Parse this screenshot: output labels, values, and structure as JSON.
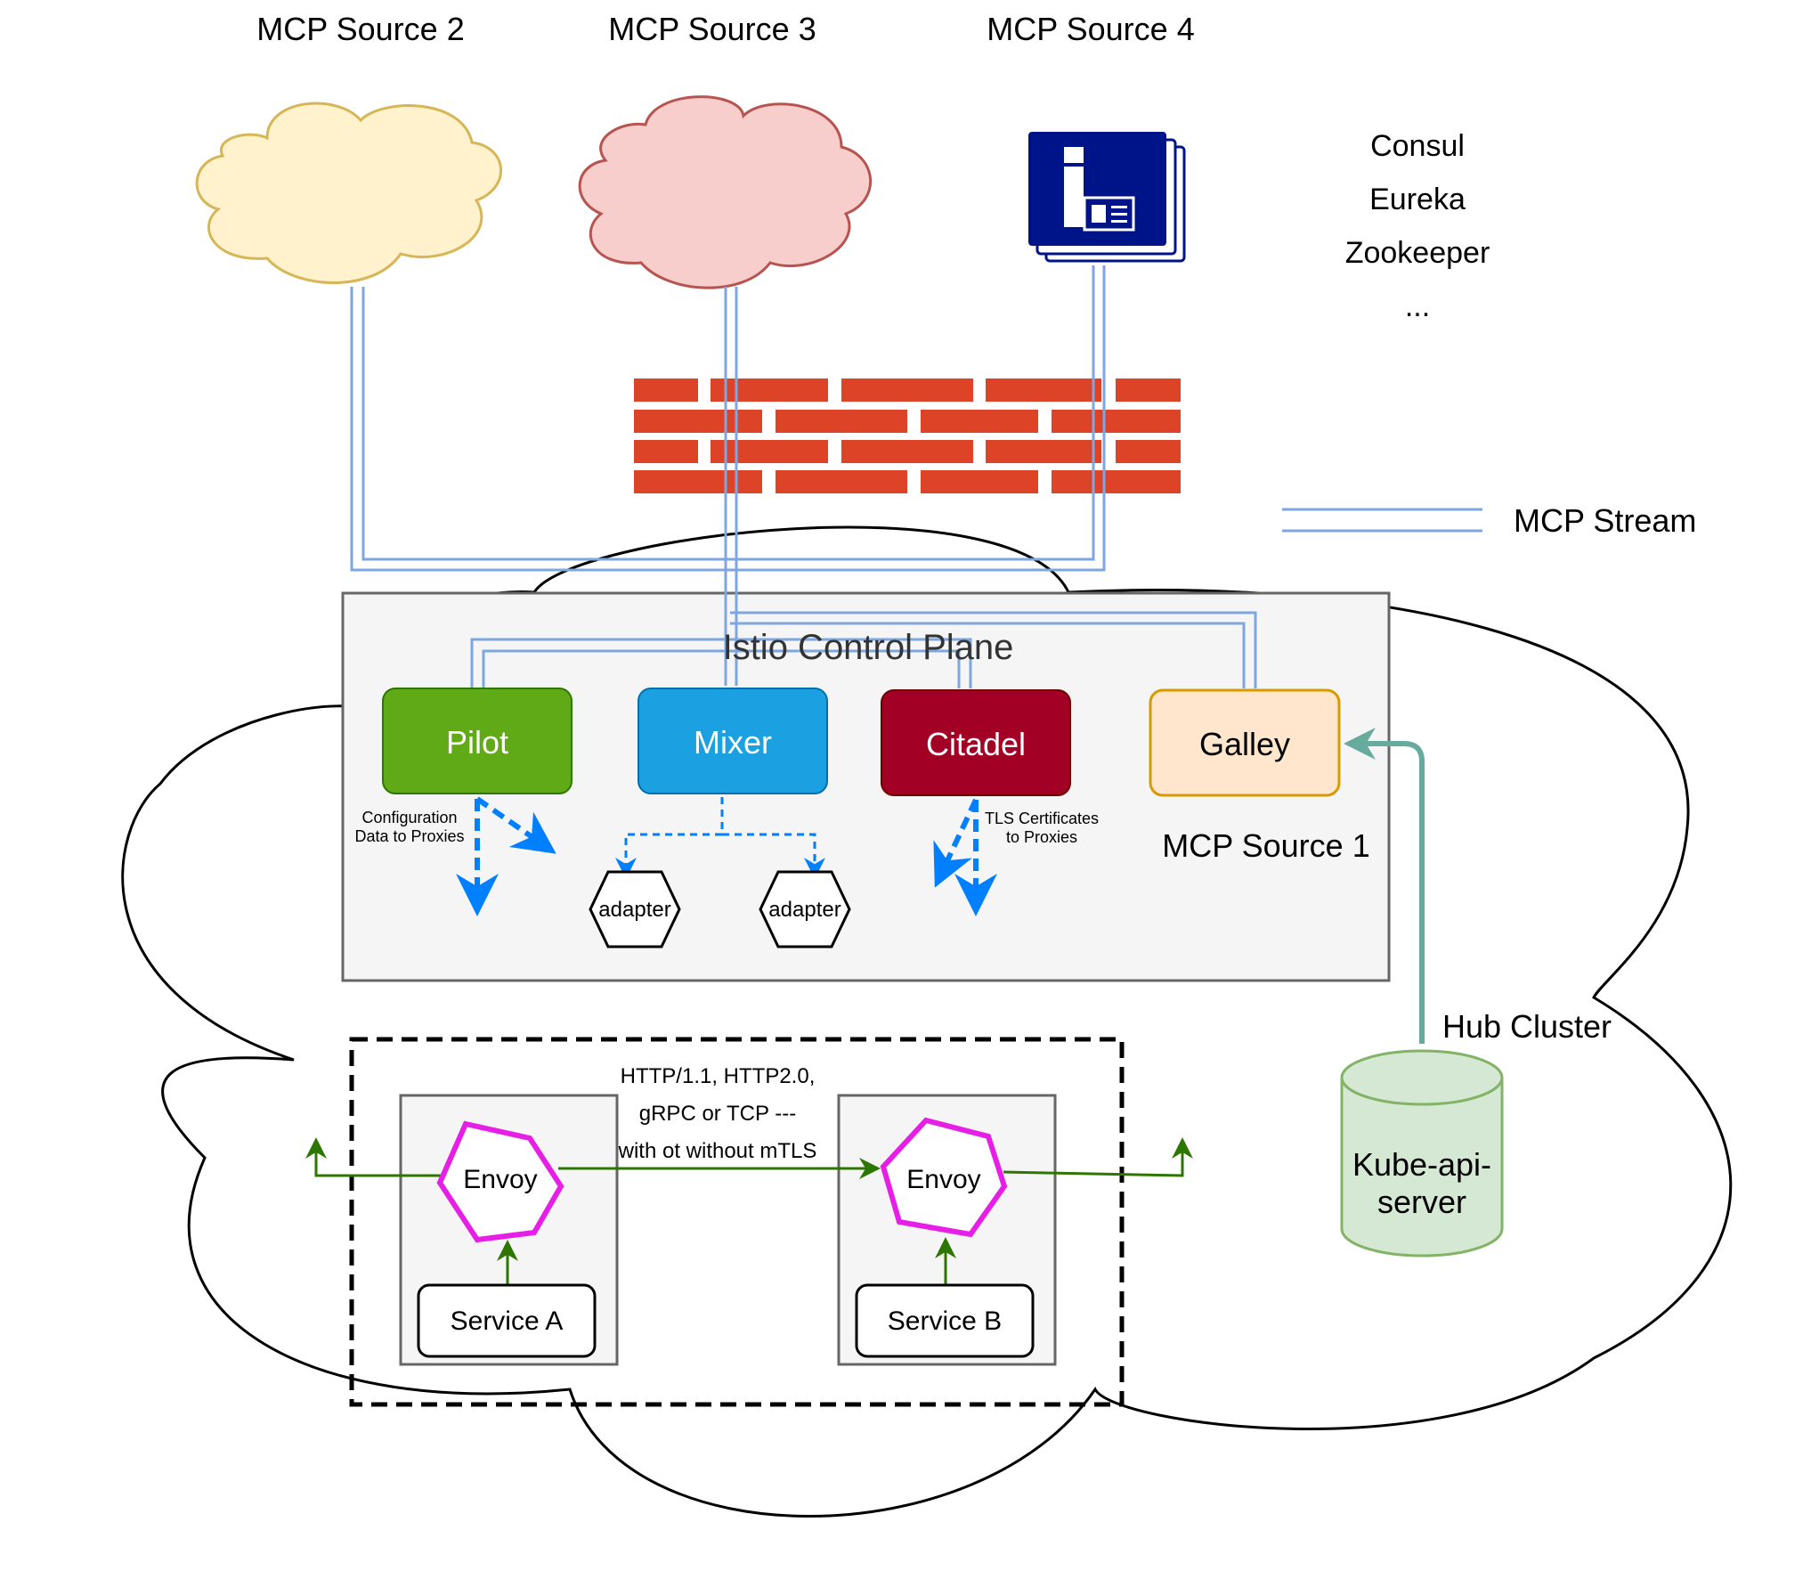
{
  "sources": {
    "source2": "MCP Source 2",
    "source3": "MCP Source 3",
    "source4": "MCP Source 4",
    "source1": "MCP Source 1"
  },
  "registries": [
    "Consul",
    "Eureka",
    "Zookeeper",
    "..."
  ],
  "legend": {
    "mcp_stream": "MCP Stream"
  },
  "control_plane": {
    "title": "Istio Control Plane",
    "pilot": "Pilot",
    "mixer": "Mixer",
    "citadel": "Citadel",
    "galley": "Galley",
    "pilot_note_line1": "Configuration",
    "pilot_note_line2": "Data to Proxies",
    "citadel_note_line1": "TLS Certificates",
    "citadel_note_line2": "to Proxies",
    "adapter1": "adapter",
    "adapter2": "adapter"
  },
  "hub_cluster": "Hub Cluster",
  "kube_api": {
    "line1": "Kube-api-",
    "line2": "server"
  },
  "data_plane": {
    "envoy_a": "Envoy",
    "envoy_b": "Envoy",
    "service_a": "Service A",
    "service_b": "Service B",
    "protocol_line1": "HTTP/1.1, HTTP2.0,",
    "protocol_line2": "gRPC or TCP ---",
    "protocol_line3": "with ot without mTLS"
  },
  "colors": {
    "pilot": "#60a917",
    "mixer": "#1ba1e2",
    "citadel": "#a20025",
    "galley_fill": "#ffe6cc",
    "galley_stroke": "#d79b00",
    "envoy": "#e61ee6",
    "firewall": "#dd4427",
    "mcp_stream": "#7ea6e0",
    "kube_fill": "#d5e8d4",
    "kube_stroke": "#82b366",
    "hub_arrow": "#67ab9f",
    "traffic": "#2d7600",
    "config_arrow": "#007fff"
  }
}
